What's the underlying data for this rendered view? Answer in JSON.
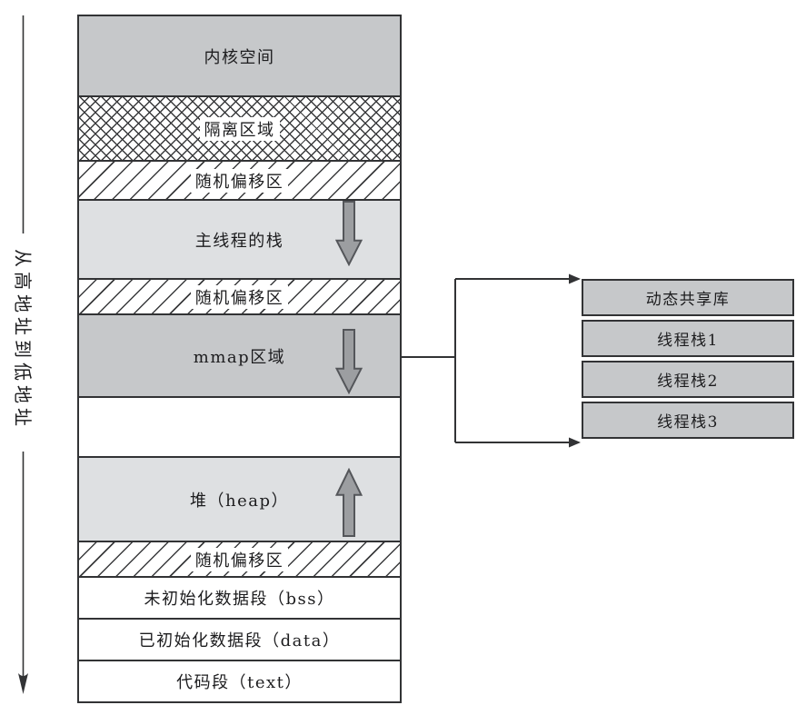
{
  "axis": {
    "label": "从高地址到低地址",
    "direction": "down"
  },
  "main_stack": {
    "segments": [
      {
        "label": "内核空间",
        "type": "solid-gray"
      },
      {
        "label": "隔离区域",
        "type": "crosshatch"
      },
      {
        "label": "随机偏移区",
        "type": "hatch"
      },
      {
        "label": "主线程的栈",
        "type": "solid-light",
        "growth_arrow": "down"
      },
      {
        "label": "随机偏移区",
        "type": "hatch"
      },
      {
        "label": "mmap区域",
        "type": "solid-gray",
        "growth_arrow": "down"
      },
      {
        "label": "",
        "type": "empty"
      },
      {
        "label": "堆（heap）",
        "type": "solid-light",
        "growth_arrow": "up"
      },
      {
        "label": "随机偏移区",
        "type": "hatch"
      },
      {
        "label": "未初始化数据段（bss）",
        "type": "white"
      },
      {
        "label": "已初始化数据段（data）",
        "type": "white"
      },
      {
        "label": "代码段（text）",
        "type": "white"
      }
    ]
  },
  "expanded_stack": {
    "source_segment": "mmap区域",
    "items": [
      {
        "label": "动态共享库"
      },
      {
        "label": "线程栈1"
      },
      {
        "label": "线程栈2"
      },
      {
        "label": "线程栈3"
      }
    ]
  },
  "colors": {
    "border": "#323335",
    "box_gray": "#c6c8ca",
    "box_light": "#dee0e2",
    "box_white": "#ffffff",
    "arrow_fill": "#9c9ea1",
    "arrow_stroke": "#54565a",
    "hatch_line": "#3a3b3d",
    "text": "#1c1c1e"
  }
}
